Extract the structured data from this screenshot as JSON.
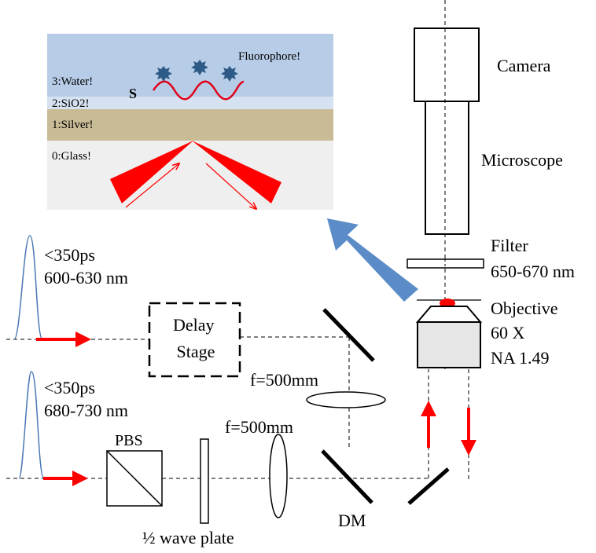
{
  "inset": {
    "layers": {
      "water": "3:Water!",
      "sio2": "2:SiO2!",
      "silver": "1:Silver!",
      "glass": "0:Glass!"
    },
    "fluorophore": "Fluorophore!",
    "s_label": "S",
    "colors": {
      "water": "#b7cce6",
      "sio2": "#d6e2f1",
      "silver": "#c9bb96",
      "glass": "#efefef",
      "beam": "#ff0000",
      "fluorophore": "#2e5a87"
    }
  },
  "lasers": {
    "probe": {
      "pulse": "<350ps",
      "wavelength": "600-630 nm"
    },
    "pump": {
      "pulse": "<350ps",
      "wavelength": "680-730 nm"
    }
  },
  "components": {
    "delay_stage": "Delay\nStage",
    "lens_upper": "f=500mm",
    "lens_lower": "f=500mm",
    "pbs": "PBS",
    "wave_plate": "½ wave plate",
    "dm": "DM",
    "camera": "Camera",
    "microscope": "Microscope",
    "filter": "Filter",
    "filter_range": "650-670 nm",
    "objective": "Objective",
    "objective_mag": "60 X",
    "objective_na": "NA 1.49"
  },
  "colors": {
    "arrow_red": "#ff0000",
    "pulse_blue": "#4a78b5",
    "big_arrow": "#5b8cc8"
  }
}
